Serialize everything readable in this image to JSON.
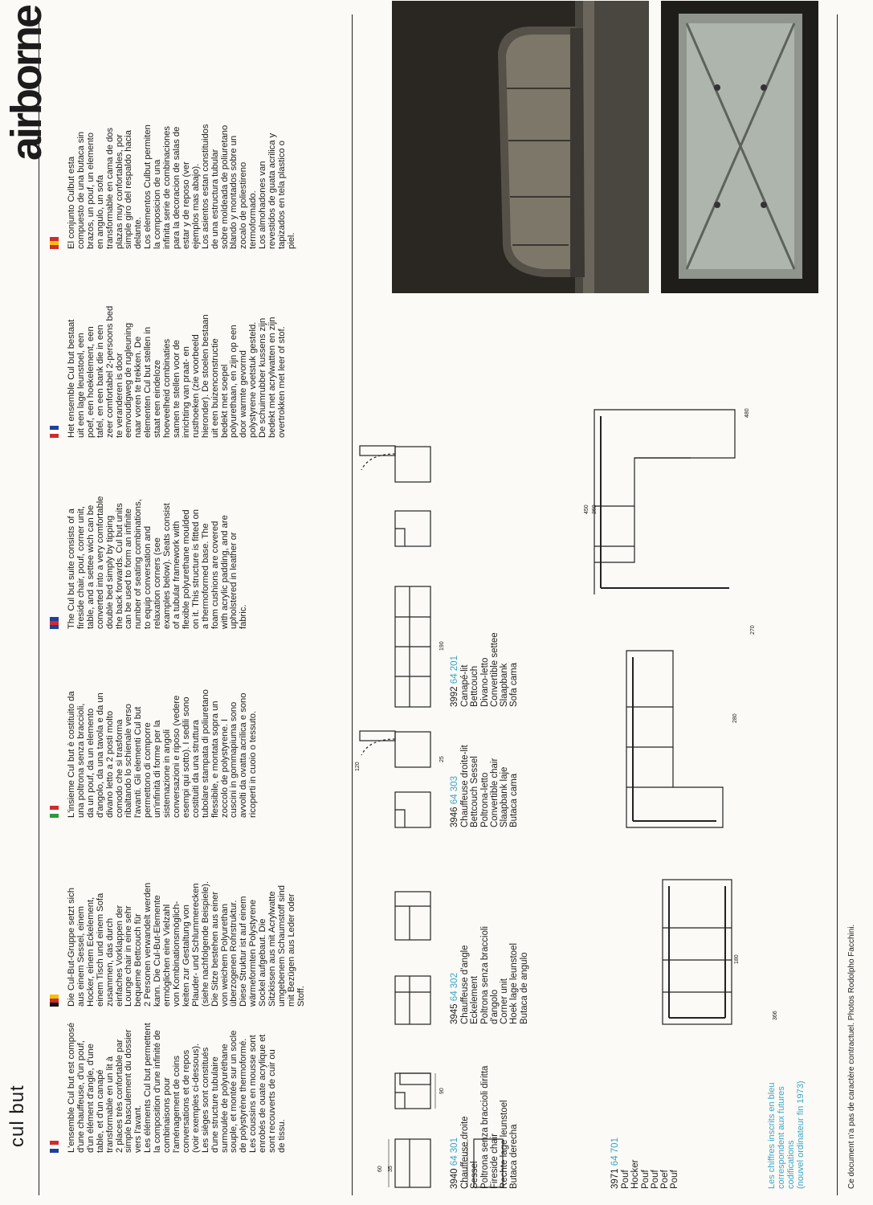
{
  "header": {
    "brand": "airborne",
    "product": "cul but"
  },
  "languages": [
    {
      "code": "fr",
      "flag_colors": [
        "#1f3f9a",
        "#ffffff",
        "#d22b2b"
      ],
      "text": "L'ensemble Cul but est composé\nd'une chauffeuse, d'un pouf,\nd'un élément d'angle, d'une\ntable, et d'un canapé\ntransformable en un lit à\n2 places très confortable par\nsimple basculement du dossier\nvers l'avant.\nLes éléments Cul but permettent\nla composition d'une infinité de\ncombinaisons pour\nl'aménagement de coins\nconversations et de repos\n(voir exemples ci-dessous).\nLes sièges sont constitués\nd'une structure tubulaire\nsurmoulée de polyuréthane\nsouple, et montée sur un socle\nde polystyrène thermoformé.\nLes coussins en mousse sont\nenrobés de ouate acrylique et\nsont recouverts de cuir ou\nde tissu."
    },
    {
      "code": "de",
      "flag_colors": [
        "#111111",
        "#d22b2b",
        "#f2c200"
      ],
      "text": "Die Cul-But-Gruppe setzt sich\naus einem Sessel, einem\nHocker, einem Eckelement,\neinem Tisch und einem Sofa\nzusammen, das durch\neinfaches Vorklappen der\nLounge chair in eine sehr\nbequeme Bettcouch für\n2 Personen verwandelt werden\nkann. Die Cul-But-Elemente\nermöglichen eine Vielzahl\nvon Kombinationsmöglich-\nkeiten zur Gestaltung von\nPlauder- und Schlummerecken\n(siehe nachfolgende Beispiele).\nDie Sitze bestehen aus einer\nvon weichem Polyurethan\nüberzogenen Rohrstruktur.\nDiese Struktur ist auf einem\nwärmeformten Polystyrene\nSockel aufgebaut. Die\nSitzkissen aus mit Acrylwatte\numgebenem Schaumstoff sind\nmit Bezügen aus Leder oder\nStoff."
    },
    {
      "code": "it",
      "flag_colors": [
        "#2e9a3e",
        "#ffffff",
        "#d22b2b"
      ],
      "text": "L'insieme Cul but è costituito da\nuna poltrona senza braccioli,\nda un pouf, da un elemento\nd'angolo, da una tavola e da un\ndivano letto a 2 posti molto\ncomodo che si trasforma\nribaltando lo schienale verso\nl'avanti. Gli elementi Cul but\npermettono di comporre\nun'infinità di forme per la\nsistemazione in angoli\nconversazioni e riposo (vedere\nesempi qui sotto). I sedili sono\ncostituiti da una struttura\ntubolare stampata di poliuretano\nflessibile, e montata sopra un\nzoccolo de polystyrene. I\ncuscini in gommapiuma sono\navvolti da ovatta acrilica e sono\nricoperti in cuoio o tessuto."
    },
    {
      "code": "en",
      "flag_colors": [
        "#1f3f9a",
        "#d22b2b",
        "#1f3f9a"
      ],
      "text": "The Cul but suite consists of a\nfireside chair, pouf, corner unit,\ntable, and a settee wich can be\nconverted into a very comfortable\ndouble bed simply by tipping\nthe back forwards. Cul but units\ncan be used to form an infinite\nnumber of seating combinations,\nto equip conversation and\nrelaxation corners (see\nexamples below). Seats consist\nof a tubular framework with\nflexible polyurethane moulded\non it. This structure is fitted on\na thermoformed base. The\nfoam cushions are covered\nwith acrylic padding, and are\nupholstered in leather or\nfabric."
    },
    {
      "code": "nl",
      "flag_colors": [
        "#d22b2b",
        "#ffffff",
        "#1f3f9a"
      ],
      "text": "Het ensemble Cul but bestaat\nuit een lage leunstoel, een\npoef, een hoekelement, een\ntafel, en een bank die in een\nzeer comfortabel 2-persoons bed\nte veranderen is door\neenvoudigweg de rugleuning\nnaar voren te trekken. De\nelementen Cul but stellen in\nstaat een eindeloze\nhoeveelheid combinaties\nsamen te stellen voor de\ninrichting van praat- en\nrusthoeken (zie voorbeeld\nhieronder). De stoelen bestaan\nuit een buizenconstructie\nbedekt met soepel\npolyurethaan, en zijn op een\ndoor warmte gevormd\npolystyrene voetstuk gesteld.\nDe schuimrubber kussens zijn\nbedekt met acrylwatten en zijn\novertrokken met leer of stof."
    },
    {
      "code": "es",
      "flag_colors": [
        "#d22b2b",
        "#f2c200",
        "#d22b2b"
      ],
      "text": "El conjunto Culbut esta\ncompuesto de una butaca sin\nbrazos, un pouf, un elemento\nen angulo, un sofa\ntransformable en cama de dos\nplazas muy confortables, por\nsimple giro del respaldo hacia\ndelante.\nLos elementos Culbut permiten\nla composicion de una\ninfinita serie de combinaciones\npara la decoracion de salas de\nestar y de reposo (ver\nejemplos mas abajo).\nLos asientos estan constituidos\nde una estructura tubular\nsobre moldeada de poliuretano\nblando y montados sobre un\nzocalo de poliestireno\ntermoformado.\nLos almohadones van\nrevestidos de guata acrilica y\ntapizados en tela plastico o\npiel."
    }
  ],
  "products": [
    {
      "code": "3940",
      "ref": "64 301",
      "labels": "Chauffeuse droite\nSessel\nPoltrona senza braccioli diritta\nFireside chair\nRechte lage leunstoel\nButaca derecha"
    },
    {
      "code": "3971",
      "ref": "64 701",
      "labels": "Pouf\nHocker\nPouf\nPouf\nPoef\nPouf"
    },
    {
      "code": "3945",
      "ref": "64 302",
      "labels": "Chauffeuse d'angle\nEckelement\nPoltrona senza braccioli\nd'angolo\nCorner unit\nHoek lage leunstoel\nButaca de angulo"
    },
    {
      "code": "3946",
      "ref": "64 303",
      "labels": "Chauffeuse droite-lit\nBettcouch Sessel\nPoltrona-letto\nConvertible chair\nSlaapbank laje\nButaca cama"
    },
    {
      "code": "3992",
      "ref": "64 201",
      "labels": "Canapé-lit\nBettcouch\nDivano-letto\nConvertible settee\nSlaapbank\nSofa cama"
    }
  ],
  "dimensions": {
    "d35": "35",
    "d60": "60",
    "d90": "90",
    "d25": "25",
    "d120": "120",
    "d190": "190",
    "d180": "180",
    "d366": "366",
    "d280": "280",
    "d270": "270",
    "d360": "360",
    "d450": "450",
    "d480": "480"
  },
  "notes": {
    "blue_note": "Les chiffres inscrits en bleu\ncorrespondent aux futures\ncodifications\n(nouvel ordinateur fin 1973)",
    "footer": "Ce document n'a pas de caractère contractuel. Photos Rodolpho Facchini."
  },
  "colors": {
    "accent_blue": "#3aa5c6",
    "ink": "#1c1c1c",
    "photo_dark": "#262421",
    "paper": "#fbfaf6"
  }
}
